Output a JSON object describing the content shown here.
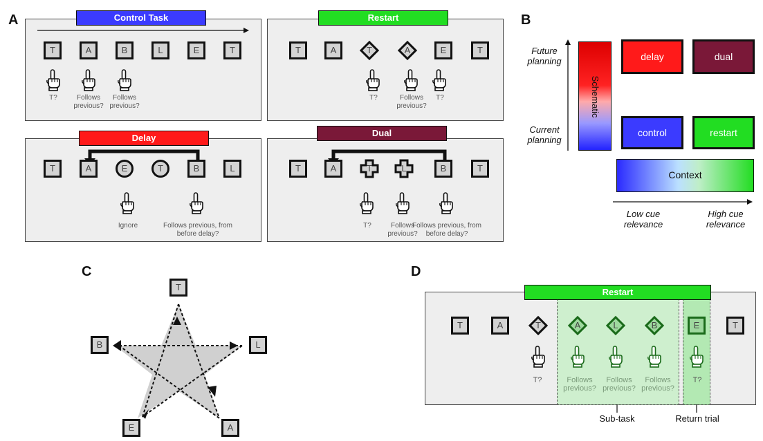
{
  "panels": {
    "a": "A",
    "b": "B",
    "c": "C",
    "d": "D"
  },
  "control": {
    "title": "Control Task",
    "letters": [
      "T",
      "A",
      "B",
      "L",
      "E",
      "T"
    ],
    "captions": [
      "T?",
      "Follows\nprevious?",
      "Follows\nprevious?"
    ]
  },
  "restart": {
    "title": "Restart",
    "letters": [
      "T",
      "A",
      "T",
      "A",
      "E",
      "T"
    ],
    "captions": [
      "T?",
      "Follows\nprevious?",
      "T?"
    ]
  },
  "delay": {
    "title": "Delay",
    "letters": [
      "T",
      "A",
      "E",
      "T",
      "B",
      "L"
    ],
    "captions": [
      "Ignore",
      "Follows previous, from\nbefore delay?"
    ]
  },
  "dual": {
    "title": "Dual",
    "letters": [
      "T",
      "A",
      "T",
      "L",
      "B",
      "T"
    ],
    "captions": [
      "T?",
      "Follows\nprevious?",
      "Follows previous, from\nbefore delay?"
    ]
  },
  "schematic": {
    "y_top": "Future\nplanning",
    "y_bottom": "Current\nplanning",
    "bar_label": "Schematic",
    "boxes": {
      "delay": "delay",
      "dual": "dual",
      "control": "control",
      "restart": "restart"
    },
    "context_label": "Context",
    "x_left": "Low cue\nrelevance",
    "x_right": "High cue\nrelevance"
  },
  "star": {
    "letters": {
      "top": "T",
      "left": "B",
      "right": "L",
      "bottom_left": "E",
      "bottom_right": "A"
    }
  },
  "restart_detail": {
    "title": "Restart",
    "letters": [
      "T",
      "A",
      "T",
      "A",
      "L",
      "B",
      "E",
      "T"
    ],
    "captions": [
      "T?",
      "Follows\nprevious?",
      "Follows\nprevious?",
      "Follows\nprevious?",
      "T?"
    ],
    "subtask_label": "Sub-task",
    "return_label": "Return trial"
  },
  "colors": {
    "control": "#3b3bff",
    "restart": "#22dd22",
    "delay": "#ff1a1a",
    "dual": "#7a1838"
  }
}
